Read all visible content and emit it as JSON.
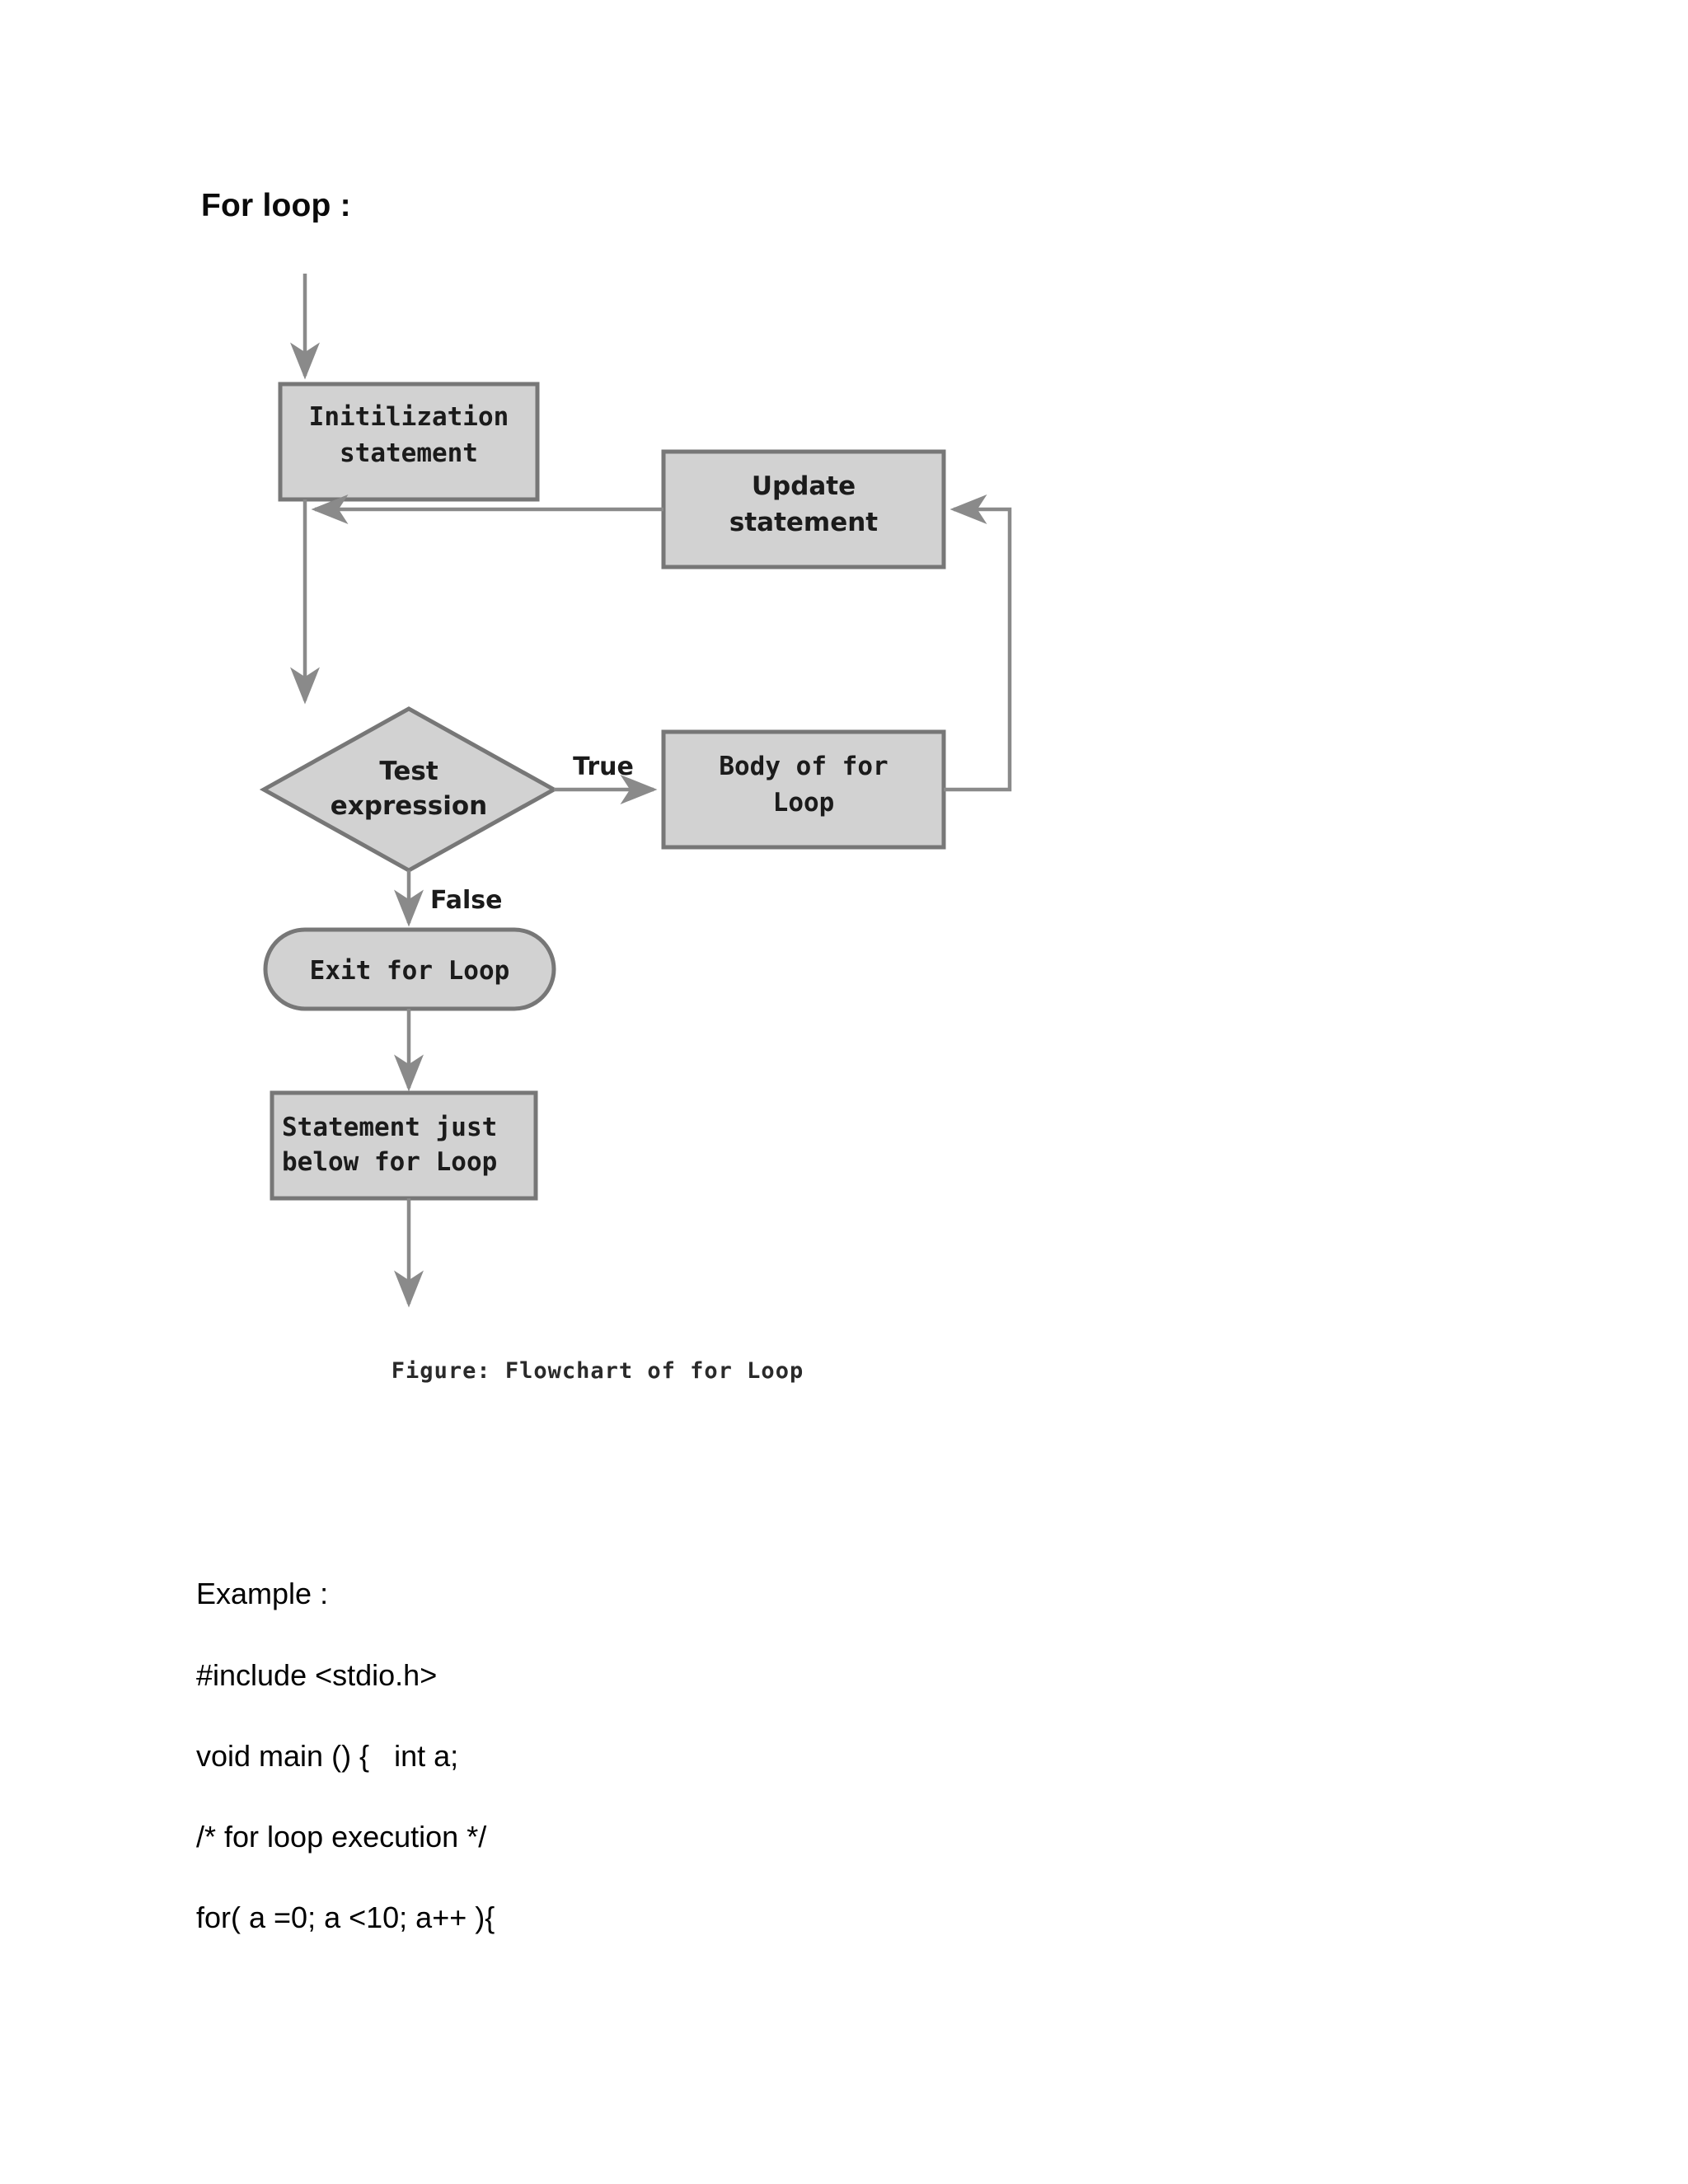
{
  "document": {
    "heading": "For loop :"
  },
  "figure": {
    "caption": "Figure: Flowchart of for Loop",
    "nodes": {
      "init": {
        "line1": "Initilization",
        "line2": "statement"
      },
      "update": {
        "line1": "Update",
        "line2": "statement"
      },
      "test": {
        "line1": "Test",
        "line2": "expression"
      },
      "body": {
        "line1": "Body of for",
        "line2": "Loop"
      },
      "exit": {
        "line1": "Exit for Loop"
      },
      "after": {
        "line1": "Statement just",
        "line2": "below for Loop"
      }
    },
    "edge_labels": {
      "true": "True",
      "false": "False"
    },
    "colors": {
      "shape_fill": "#d2d2d2",
      "shape_stroke": "#777777",
      "line": "#8a8a8a",
      "text": "#1b1b1b"
    }
  },
  "body_text": {
    "lines": [
      "Example :",
      "#include <stdio.h>",
      "void main () {   int a;",
      "/* for loop execution */",
      "for( a =0; a <10; a++ ){"
    ]
  }
}
